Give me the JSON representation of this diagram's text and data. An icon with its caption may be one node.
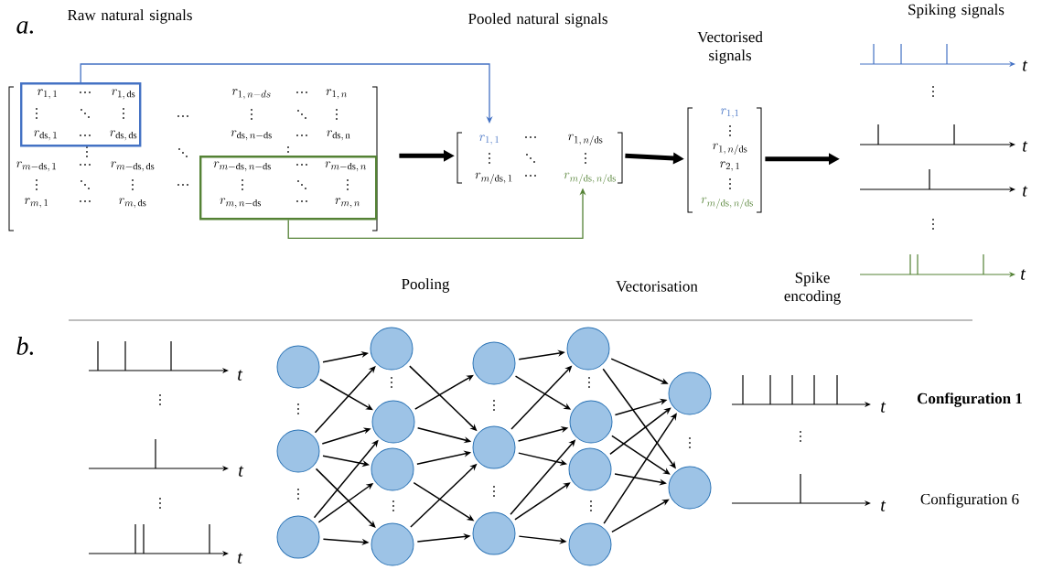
{
  "diagram": {
    "nodes": [
      {
        "text": [
          "Raw natural signals",
          "r_{1,\\, n-ds}",
          "r_{1,\\, n}",
          "r_{\\mathrm{ds},\\, n-\\mathrm{ds}}",
          "r_{\\mathrm{ds},\\, \\mathrm{n}}",
          "r_{m-\\mathrm{ds},\\, 1}",
          "r_{m-\\mathrm{ds},\\, \\mathrm{ds}}",
          "r_{m,\\, 1}",
          "r_{m,\\, \\mathrm{ds}}"
        ]
      },
      {
        "text": [
          "r_{1,\\, 1}",
          "r_{1,\\, \\mathrm{ds}}",
          "r_{\\mathrm{ds},\\, 1}",
          "r_{\\mathrm{ds},\\, \\mathrm{ds}}"
        ],
        "in": 0
      },
      {
        "text": [
          "r_{m-\\mathrm{ds},\\, n-\\mathrm{ds}}",
          "r_{m-\\mathrm{ds},\\, n}",
          "r_{m,\\, n-\\mathrm{ds}}",
          "r_{m,\\, n}"
        ],
        "in": 0
      },
      {
        "text": [
          "Pooled natural signals",
          "r_{1,\\, 1}",
          "r_{1,\\, n/\\mathrm{ds}}",
          "r_{m/\\mathrm{ds},\\, 1}",
          "r_{m/\\mathrm{ds},\\, n/\\mathrm{ds}}"
        ]
      },
      {
        "text": [
          "Vectorised signals",
          "r_{1,1}",
          "r_{1,\\, n/\\mathrm{ds}}",
          "r_{2,\\, 1}",
          "r_{m/\\mathrm{ds},\\, n/\\mathrm{ds}}"
        ]
      },
      {
        "text": [
          "Spiking signals"
        ],
        "beside": [
          "t",
          "t",
          "t",
          "t"
        ]
      },
      {
        "text": [],
        "shape": "circle"
      },
      {
        "text": [],
        "shape": "circle"
      },
      {
        "text": [],
        "shape": "circle"
      },
      {
        "text": [],
        "shape": "circle"
      },
      {
        "text": [],
        "shape": "circle"
      },
      {
        "text": [],
        "shape": "circle"
      },
      {
        "text": [],
        "shape": "circle"
      },
      {
        "text": [],
        "shape": "circle"
      },
      {
        "text": [],
        "shape": "circle"
      },
      {
        "text": [],
        "shape": "circle"
      },
      {
        "text": [],
        "shape": "circle"
      },
      {
        "text": [],
        "shape": "circle"
      },
      {
        "text": [],
        "shape": "circle"
      },
      {
        "text": [],
        "shape": "circle"
      },
      {
        "text": [],
        "shape": "circle"
      },
      {
        "text": [],
        "shape": "circle"
      }
    ],
    "edges": [
      {
        "from": 1,
        "to": 3,
        "arrow": "to",
        "color": "#4472c4"
      },
      {
        "from": 2,
        "to": 3,
        "arrow": "to",
        "color": "#548235"
      },
      {
        "from": 0,
        "to": 3,
        "arrow": "to",
        "style": "thick"
      },
      {
        "from": 3,
        "to": 4,
        "arrow": "to",
        "style": "thick"
      },
      {
        "from": 4,
        "to": 5,
        "arrow": "to",
        "style": "thick"
      },
      {
        "from": 6,
        "to": 9,
        "arrow": "to"
      },
      {
        "from": 6,
        "to": 10,
        "arrow": "to"
      },
      {
        "from": 7,
        "to": 9,
        "arrow": "to"
      },
      {
        "from": 7,
        "to": 10,
        "arrow": "to"
      },
      {
        "from": 7,
        "to": 11,
        "arrow": "to"
      },
      {
        "from": 7,
        "to": 12,
        "arrow": "to"
      },
      {
        "from": 8,
        "to": 10,
        "arrow": "to"
      },
      {
        "from": 8,
        "to": 11,
        "arrow": "to"
      },
      {
        "from": 8,
        "to": 12,
        "arrow": "to"
      },
      {
        "from": 9,
        "to": 14,
        "arrow": "to"
      },
      {
        "from": 10,
        "to": 13,
        "arrow": "to"
      },
      {
        "from": 10,
        "to": 14,
        "arrow": "to"
      },
      {
        "from": 11,
        "to": 14,
        "arrow": "to"
      },
      {
        "from": 11,
        "to": 15,
        "arrow": "to"
      },
      {
        "from": 12,
        "to": 14,
        "arrow": "to"
      },
      {
        "from": 12,
        "to": 15,
        "arrow": "to"
      },
      {
        "from": 13,
        "to": 16,
        "arrow": "to"
      },
      {
        "from": 13,
        "to": 17,
        "arrow": "to"
      },
      {
        "from": 14,
        "to": 16,
        "arrow": "to"
      },
      {
        "from": 14,
        "to": 17,
        "arrow": "to"
      },
      {
        "from": 14,
        "to": 18,
        "arrow": "to"
      },
      {
        "from": 15,
        "to": 17,
        "arrow": "to"
      },
      {
        "from": 15,
        "to": 18,
        "arrow": "to"
      },
      {
        "from": 15,
        "to": 19,
        "arrow": "to"
      },
      {
        "from": 16,
        "to": 20,
        "arrow": "to"
      },
      {
        "from": 16,
        "to": 21,
        "arrow": "to"
      },
      {
        "from": 17,
        "to": 20,
        "arrow": "to"
      },
      {
        "from": 17,
        "to": 21,
        "arrow": "to"
      },
      {
        "from": 18,
        "to": 20,
        "arrow": "to"
      },
      {
        "from": 18,
        "to": 21,
        "arrow": "to"
      },
      {
        "from": 19,
        "to": 20,
        "arrow": "to"
      },
      {
        "from": 19,
        "to": 21,
        "arrow": "to"
      }
    ],
    "labels": [
      "a.",
      "Pooling",
      "Vectorisation",
      "Spike encoding",
      "b.",
      "t",
      "Configuration 1",
      "t",
      "t",
      "Configuration 6",
      "t",
      "t"
    ]
  }
}
